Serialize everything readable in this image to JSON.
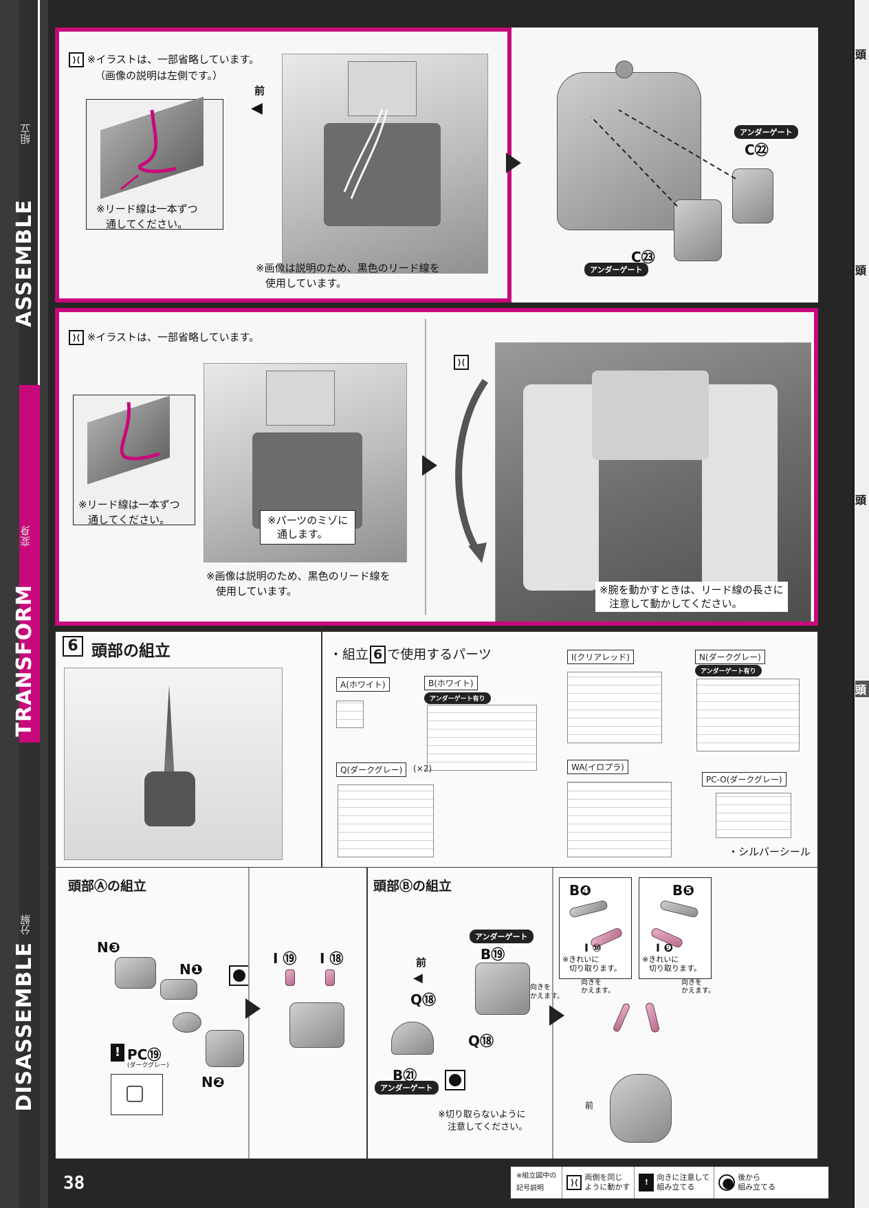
{
  "sidebar": {
    "assemble": "ASSEMBLE",
    "assemble_sub": "組立",
    "transform": "TRANSFORM",
    "transform_sub": "変身",
    "disassemble": "DISASSEMBLE",
    "disassemble_sub": "分解",
    "page_number": "38"
  },
  "panel1": {
    "note_top_1": "※イラストは、一部省略しています。",
    "note_top_2": "（画像の説明は左側です。）",
    "front_label": "前",
    "lead_note_1": "※リード線は一本ずつ",
    "lead_note_2": "通してください。",
    "black_lead_1": "※画像は説明のため、黒色のリード線を",
    "black_lead_2": "使用しています。",
    "under_gate_1": "アンダーゲート",
    "part_c22": "C㉒",
    "part_c23": "C㉓",
    "under_gate_2": "アンダーゲート"
  },
  "panel2": {
    "note_top": "※イラストは、一部省略しています。",
    "lead_note_1": "※リード線は一本ずつ",
    "lead_note_2": "通してください。",
    "groove_note_1": "※パーツのミゾに",
    "groove_note_2": "通します。",
    "black_lead_1": "※画像は説明のため、黒色のリード線を",
    "black_lead_2": "使用しています。",
    "arm_note_1": "※腕を動かすときは、リード線の長さに",
    "arm_note_2": "注意して動かしてください。"
  },
  "step6": {
    "number": "6",
    "title": "頭部の組立",
    "parts_heading_pre": "・組立",
    "parts_heading_num": "6",
    "parts_heading_post": "で使用するパーツ",
    "runners": {
      "a": "A(ホワイト)",
      "b": "B(ホワイト)",
      "b_gate": "アンダーゲート有り",
      "i": "I(クリアレッド)",
      "n": "N(ダークグレー)",
      "n_gate": "アンダーゲート有り",
      "q": "Q(ダークグレー)",
      "q_count": "(×2)",
      "wa": "WA(イロプラ)",
      "pc": "PC-O(ダークグレー)"
    },
    "silver_seal": "・シルバーシール"
  },
  "head_a": {
    "title": "頭部Ⓐの組立",
    "n3": "N❸",
    "n1": "N❶",
    "n2": "N❷",
    "pc19": "PC⑲",
    "pc19_sub": "(ダークグレー)",
    "i19": "I ⑲",
    "i18": "I ⑱"
  },
  "head_b": {
    "title": "頭部Ⓑの組立",
    "front_label": "前",
    "under_gate_b19": "アンダーゲート",
    "b19": "B⑲",
    "q18a": "Q⑱",
    "q18b": "Q⑱",
    "b21": "B㉑",
    "under_gate_b21": "アンダーゲート",
    "no_cut_1": "※切り取らないように",
    "no_cut_2": "注意してください。",
    "turn_1": "向きを",
    "turn_2": "かえます。",
    "b4": "B❹",
    "i10": "I ⑩",
    "clean_cut_a1": "※きれいに",
    "clean_cut_a2": "切り取ります。",
    "turn_a1": "向きを",
    "turn_a2": "かえます。",
    "b5": "B❺",
    "i9": "I ❾",
    "clean_cut_b1": "※きれいに",
    "clean_cut_b2": "切り取ります。",
    "turn_b1": "向きを",
    "turn_b2": "かえます。",
    "front_label_2": "前"
  },
  "legend": {
    "title_1": "※組立図中の",
    "title_2": "記号説明",
    "both_1": "両側を同じ",
    "both_2": "ように動かす",
    "dir_1": "向きに注意して",
    "dir_2": "組み立てる",
    "back_1": "後から",
    "back_2": "組み立てる"
  },
  "right_strip": {
    "labels": [
      "頭",
      "頭",
      "頭",
      "頭"
    ]
  }
}
